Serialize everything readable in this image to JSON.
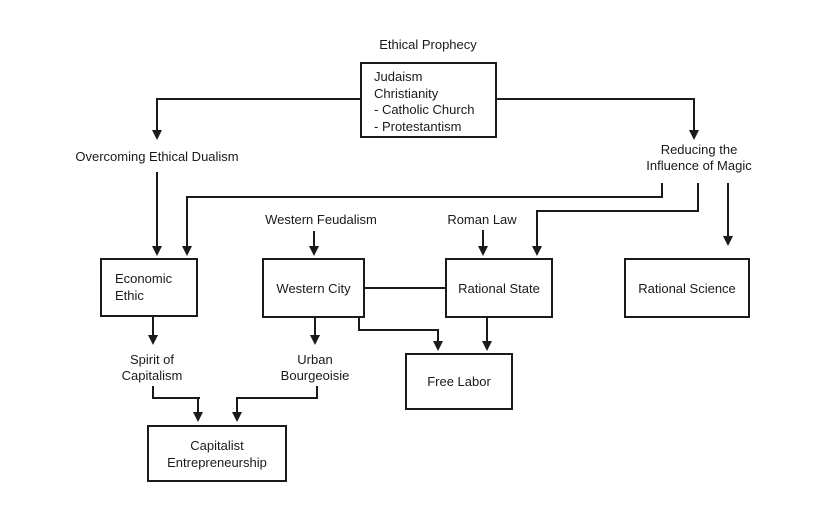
{
  "labels": {
    "ethical_prophecy": "Ethical Prophecy",
    "overcoming": "Overcoming Ethical Dualism",
    "reducing_line1": "Reducing the",
    "reducing_line2": "Influence of Magic",
    "western_feudalism": "Western Feudalism",
    "roman_law": "Roman Law",
    "spirit_line1": "Spirit of",
    "spirit_line2": "Capitalism",
    "urban_line1": "Urban",
    "urban_line2": "Bourgeoisie"
  },
  "nodes": {
    "prophecy_line1": "Judaism",
    "prophecy_line2": "Christianity",
    "prophecy_line3": "- Catholic Church",
    "prophecy_line4": "- Protestantism",
    "economic_line1": "Economic",
    "economic_line2": "Ethic",
    "western_city": "Western City",
    "rational_state": "Rational State",
    "rational_science": "Rational Science",
    "free_labor": "Free Labor",
    "capitalist_line1": "Capitalist",
    "capitalist_line2": "Entrepreneurship"
  },
  "colors": {
    "line": "#1a1a1a",
    "text": "#1a1a1a",
    "background": "#ffffff"
  }
}
